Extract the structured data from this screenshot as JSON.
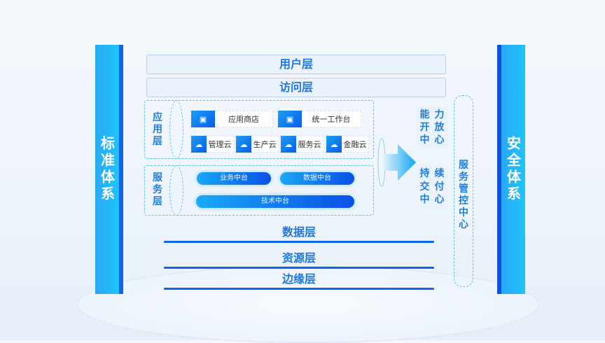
{
  "left_pillar": "标准体系",
  "right_pillar": "安全体系",
  "top_layers": [
    "用户层",
    "访问层"
  ],
  "application_layer": {
    "label": "应用层",
    "apps": [
      {
        "label": "应用商店",
        "icon": "wallet-icon"
      },
      {
        "label": "统一工作台",
        "icon": "wallet-icon"
      }
    ],
    "clouds": [
      {
        "label": "管理云",
        "icon": "cloud-icon"
      },
      {
        "label": "生产云",
        "icon": "cloud-icon"
      },
      {
        "label": "服务云",
        "icon": "cloud-icon"
      },
      {
        "label": "金融云",
        "icon": "cloud-icon"
      }
    ]
  },
  "service_layer": {
    "label": "服务层",
    "platforms": [
      "业务中台",
      "数据中台",
      "技术中台"
    ]
  },
  "centers": {
    "open": [
      "能",
      "力",
      "开",
      "放",
      "中",
      "心"
    ],
    "delivery": [
      "持",
      "续",
      "交",
      "付",
      "中",
      "心"
    ],
    "control": "服务管控中心"
  },
  "bottom_layers": [
    "数据层",
    "资源层",
    "边缘层"
  ],
  "colors": {
    "accent": "#1f78e0",
    "pillar": "#1ec4fb",
    "dark": "#1066e8"
  }
}
